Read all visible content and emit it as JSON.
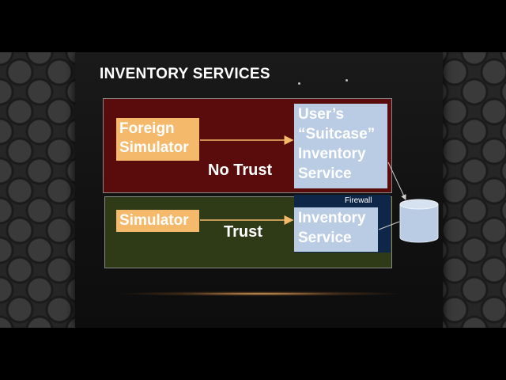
{
  "slide": {
    "title": "INVENTORY SERVICES"
  },
  "zones": {
    "no_trust": {
      "source_label": "Foreign Simulator",
      "target_label": "User’s “Suitcase” Inventory Service",
      "trust_label": "No Trust"
    },
    "trust": {
      "source_label": "Simulator",
      "target_label": "Inventory Service",
      "trust_label": "Trust",
      "firewall_label": "Firewall"
    }
  },
  "colors": {
    "no_trust_zone": "#5a0b0b",
    "trust_zone": "#2f3a16",
    "simulator_box": "#f5b96b",
    "service_box": "#b9cce4",
    "firewall": "#0e2748",
    "arrow": "#f5b96b"
  },
  "icons": {
    "database": "database-cylinder-icon"
  }
}
